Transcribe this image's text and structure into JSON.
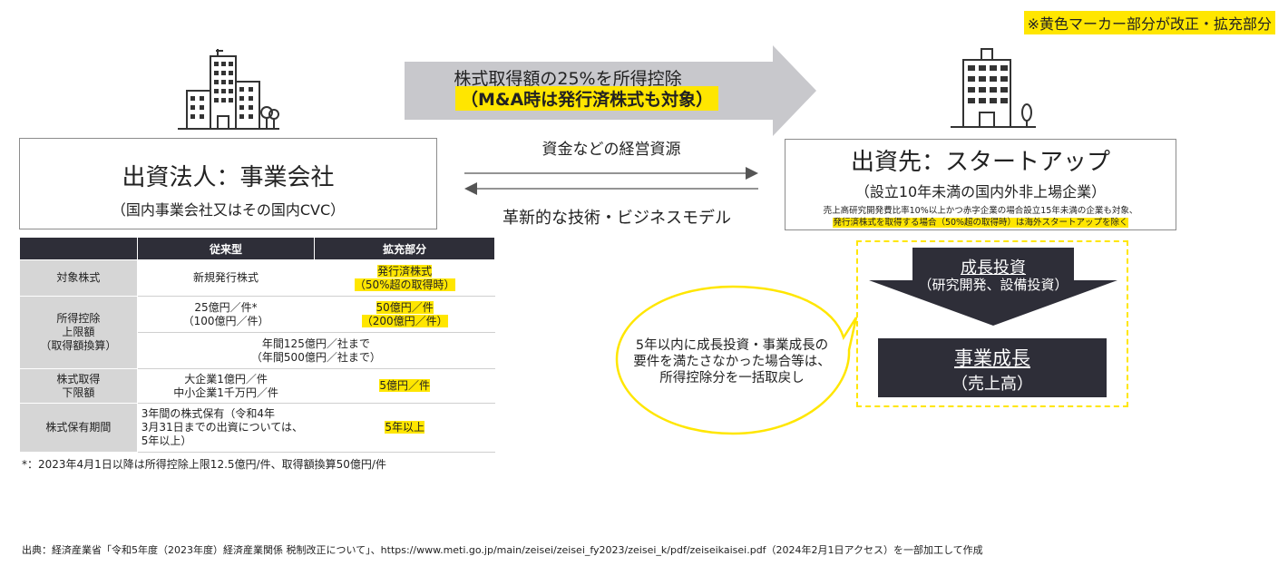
{
  "top_note": "※黄色マーカー部分が改正・拡充部分",
  "investor": {
    "title": "出資法人：事業会社",
    "subtitle": "（国内事業会社又はその国内CVC）"
  },
  "startup": {
    "title": "出資先：スタートアップ",
    "subtitle": "（設立10年未満の国内外非上場企業）",
    "note1": "売上高研究開発費比率10%以上かつ赤字企業の場合設立15年未満の企業も対象、",
    "note2": "発行済株式を取得する場合（50%超の取得時）は海外スタートアップを除く"
  },
  "arrow": {
    "line1": "株式取得額の25%を所得控除",
    "line2": "（M&A時は発行済株式も対象）"
  },
  "flow": {
    "right_label": "資金などの経営資源",
    "left_label": "革新的な技術・ビジネスモデル"
  },
  "table": {
    "headers": [
      "",
      "従来型",
      "拡充部分"
    ],
    "row1": {
      "label": "対象株式",
      "old": "新規発行株式",
      "new1": "発行済株式",
      "new2": "（50%超の取得時）"
    },
    "row2": {
      "label1": "所得控除",
      "label2": "上限額",
      "label3": "（取得額換算）",
      "old1": "25億円／件*",
      "old2": "（100億円／件）",
      "new1": "50億円／件",
      "new2": "（200億円／件）",
      "merged1": "年間125億円／社まで",
      "merged2": "（年間500億円／社まで）"
    },
    "row3": {
      "label1": "株式取得",
      "label2": "下限額",
      "old1": "大企業1億円／件",
      "old2": "中小企業1千万円／件",
      "new": "5億円／件"
    },
    "row4": {
      "label": "株式保有期間",
      "old1": "3年間の株式保有（令和4年",
      "old2": "3月31日までの出資については、",
      "old3": "5年以上）",
      "new": "5年以上"
    }
  },
  "footnote": "*：2023年4月1日以降は所得控除上限12.5億円/件、取得額換算50億円/件",
  "bubble": {
    "line1": "5年以内に成長投資・事業成長の",
    "line2": "要件を満たさなかった場合等は、",
    "line3": "所得控除分を一括取戻し"
  },
  "growth": {
    "invest_title": "成長投資",
    "invest_sub": "（研究開発、設備投資）",
    "biz_title": "事業成長",
    "biz_sub": "（売上高）"
  },
  "source": "出典：経済産業省「令和5年度（2023年度）経済産業関係 税制改正について」、https://www.meti.go.jp/main/zeisei/zeisei_fy2023/zeisei_k/pdf/zeiseikaisei.pdf（2024年2月1日アクセス）を一部加工して作成",
  "colors": {
    "highlight": "#ffe600",
    "dark": "#2e2e38",
    "label_gray": "#d6d6d6",
    "arrow_gray": "#c8c8cc"
  }
}
